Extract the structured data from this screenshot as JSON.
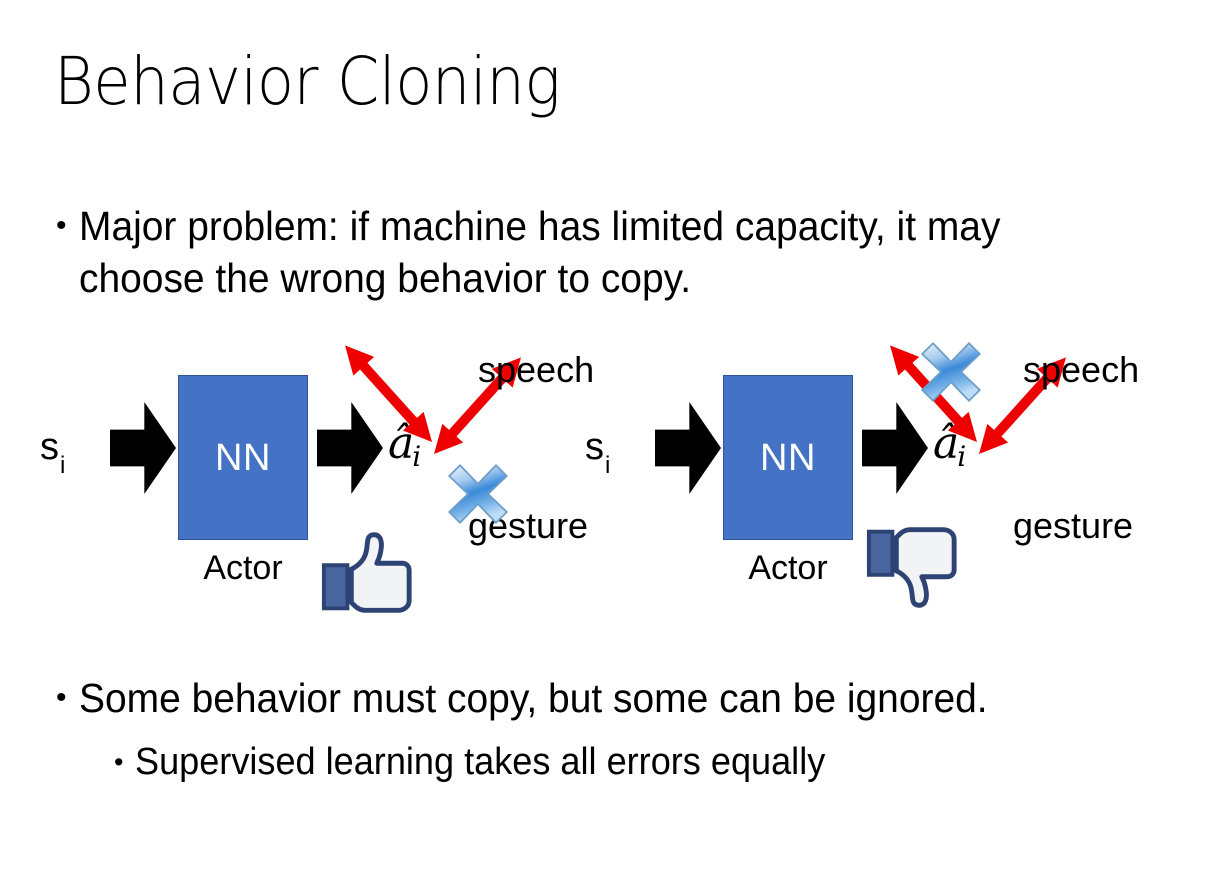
{
  "slide": {
    "title": "Behavior Cloning",
    "background_color": "#FFFFFF",
    "text_color": "#000000"
  },
  "bullets": {
    "top": {
      "marker": "•",
      "text": "Major problem: if machine has limited capacity, it may choose the wrong behavior to copy."
    },
    "bottom_level1": {
      "marker": "•",
      "text": "Some behavior must copy, but some can be ignored."
    },
    "bottom_level2": {
      "marker": "•",
      "text": "Supervised learning takes all errors equally"
    }
  },
  "colors": {
    "nn_box_fill": "#4472C4",
    "nn_box_border": "#2F5597",
    "arrow_black": "#000000",
    "arrow_red": "#EE0000",
    "x_icon_blue": "#3E8EDE",
    "thumb_blue": "#3B5998"
  },
  "diagrams": [
    {
      "id": "left",
      "state_label": "s",
      "state_subscript": "i",
      "network_label": "NN",
      "network_caption": "Actor",
      "action_label": "â",
      "action_subscript": "i",
      "outputs": [
        {
          "name": "speech",
          "label": "speech",
          "crossed_out": false
        },
        {
          "name": "gesture",
          "label": "gesture",
          "crossed_out": true
        }
      ],
      "verdict_icon": "thumbs-up-icon"
    },
    {
      "id": "right",
      "state_label": "s",
      "state_subscript": "i",
      "network_label": "NN",
      "network_caption": "Actor",
      "action_label": "â",
      "action_subscript": "i",
      "outputs": [
        {
          "name": "speech",
          "label": "speech",
          "crossed_out": true
        },
        {
          "name": "gesture",
          "label": "gesture",
          "crossed_out": false
        }
      ],
      "verdict_icon": "thumbs-down-icon"
    }
  ]
}
